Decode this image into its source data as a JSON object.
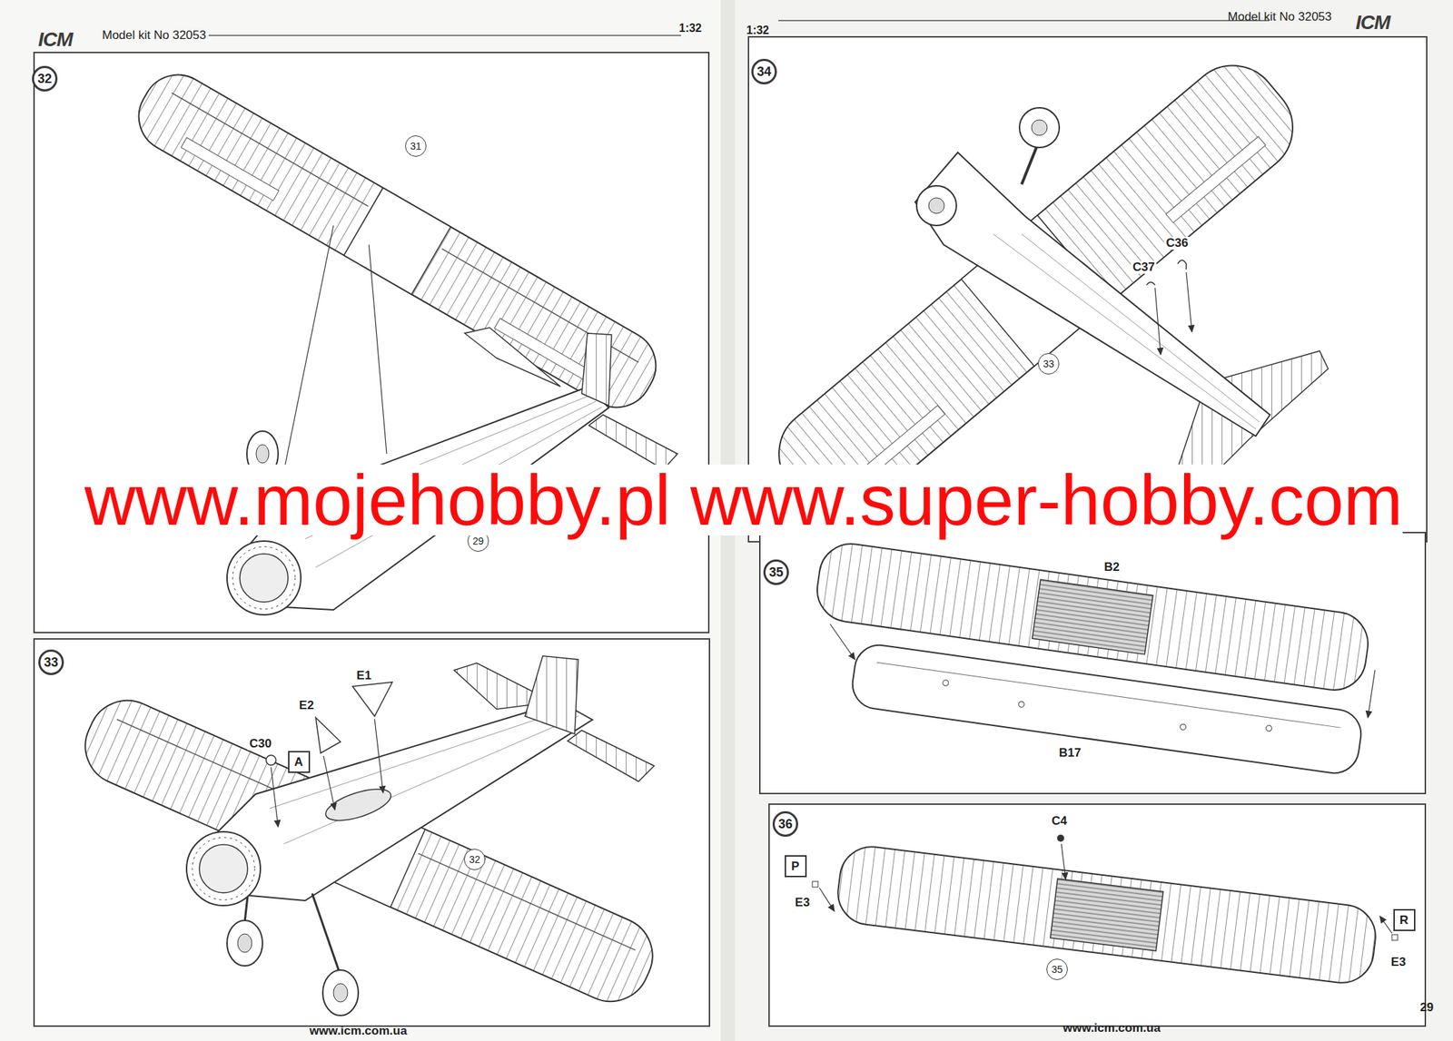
{
  "diagram": {
    "nodes": [
      {
        "text": [
          "32"
        ]
      },
      {
        "text": [
          "31"
        ]
      },
      {
        "text": [
          "29"
        ]
      },
      {
        "text": [
          "33"
        ]
      },
      {
        "text": [
          "A"
        ]
      },
      {
        "text": [
          "32"
        ]
      },
      {
        "text": [
          "34"
        ]
      },
      {
        "text": [
          "33"
        ]
      },
      {
        "text": [
          "35"
        ]
      },
      {
        "text": [
          "36"
        ]
      },
      {
        "text": [
          "P"
        ]
      },
      {
        "text": [
          "R"
        ]
      },
      {
        "text": [
          "35"
        ]
      }
    ],
    "labels": [
      "ICM",
      "Model kit No 32053",
      "1:32",
      "1:32",
      "Model kit No 32053",
      "ICM",
      "C36",
      "C37",
      "E2",
      "E1",
      "C30",
      "www.mojehobby.pl www.super-hobby.com",
      "B2",
      "B17",
      "C4",
      "E3",
      "E3",
      "www.icm.com.ua",
      "29",
      "www.icm.com.ua"
    ]
  }
}
